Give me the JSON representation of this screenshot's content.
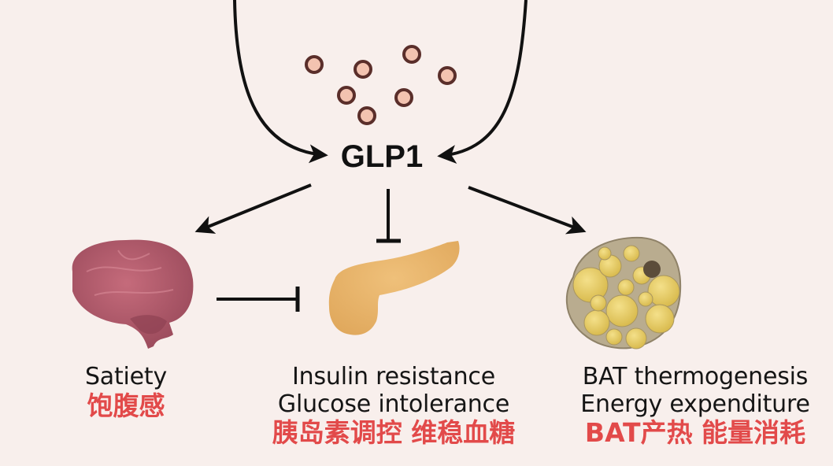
{
  "diagram": {
    "center_node": "GLP1",
    "colors": {
      "background": "#f8efec",
      "arrow": "#111111",
      "chinese_label": "#e24a4a",
      "english_label": "#151515",
      "brain": "#b0596a",
      "pancreas": "#e8b46a",
      "bat_cell": "#b9ac8f",
      "lipid_droplet": "#e3c95e",
      "glp1_particle_ring": "#5a2e2a",
      "glp1_particle_fill": "#f3c3b0"
    },
    "icons": {
      "brain": "brain-icon",
      "pancreas": "pancreas-icon",
      "bat": "brown-adipocyte-icon",
      "particles": "glp1-molecule-icon"
    },
    "edges": [
      {
        "from": "upstream-left",
        "to": "GLP1",
        "type": "activation"
      },
      {
        "from": "upstream-right",
        "to": "GLP1",
        "type": "activation"
      },
      {
        "from": "GLP1",
        "to": "brain",
        "type": "activation"
      },
      {
        "from": "GLP1",
        "to": "pancreas",
        "type": "inhibition"
      },
      {
        "from": "GLP1",
        "to": "bat",
        "type": "activation"
      },
      {
        "from": "brain",
        "to": "pancreas",
        "type": "inhibition"
      }
    ],
    "targets": {
      "brain": {
        "en": [
          "Satiety"
        ],
        "cn": "饱腹感"
      },
      "pancreas": {
        "en": [
          "Insulin resistance",
          "Glucose intolerance"
        ],
        "cn": "胰岛素调控 维稳血糖"
      },
      "bat": {
        "en": [
          "BAT thermogenesis",
          "Energy expenditure"
        ],
        "cn": "BAT产热 能量消耗"
      }
    }
  }
}
